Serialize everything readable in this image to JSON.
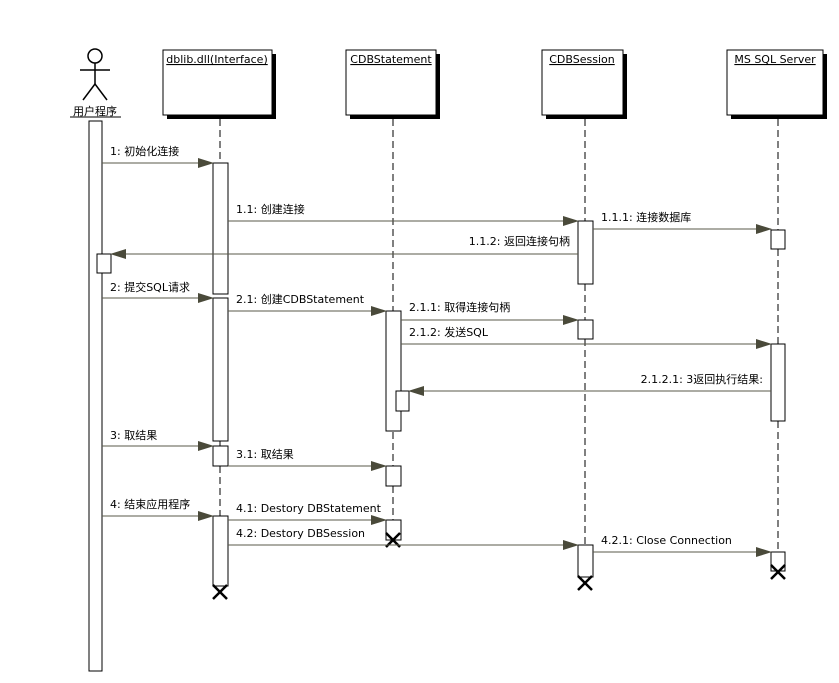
{
  "actor": {
    "name": "用户程序"
  },
  "objects": [
    {
      "id": "dblib",
      "name": "dblib.dll(Interface)"
    },
    {
      "id": "stmt",
      "name": "CDBStatement"
    },
    {
      "id": "sess",
      "name": "CDBSession"
    },
    {
      "id": "sql",
      "name": "MS SQL Server"
    }
  ],
  "messages": [
    {
      "id": "m1",
      "label": "1: 初始化连接"
    },
    {
      "id": "m1_1",
      "label": "1.1: 创建连接"
    },
    {
      "id": "m1_1_1",
      "label": "1.1.1: 连接数据库"
    },
    {
      "id": "m1_1_2",
      "label": "1.1.2: 返回连接句柄"
    },
    {
      "id": "m2",
      "label": "2: 提交SQL请求"
    },
    {
      "id": "m2_1",
      "label": "2.1: 创建CDBStatement"
    },
    {
      "id": "m2_1_1",
      "label": "2.1.1: 取得连接句柄"
    },
    {
      "id": "m2_1_2",
      "label": "2.1.2: 发送SQL"
    },
    {
      "id": "m2_1_2_1",
      "label": "2.1.2.1: 3返回执行结果:"
    },
    {
      "id": "m3",
      "label": "3: 取结果"
    },
    {
      "id": "m3_1",
      "label": "3.1: 取结果"
    },
    {
      "id": "m4",
      "label": "4: 结束应用程序"
    },
    {
      "id": "m4_1",
      "label": "4.1: Destory DBStatement"
    },
    {
      "id": "m4_2",
      "label": "4.2: Destory DBSession"
    },
    {
      "id": "m4_2_1",
      "label": "4.2.1: Close Connection"
    }
  ],
  "colors": {
    "line": "#000000",
    "arrowhead": "#4a4a3a",
    "message_line": "#5a5a4a"
  }
}
